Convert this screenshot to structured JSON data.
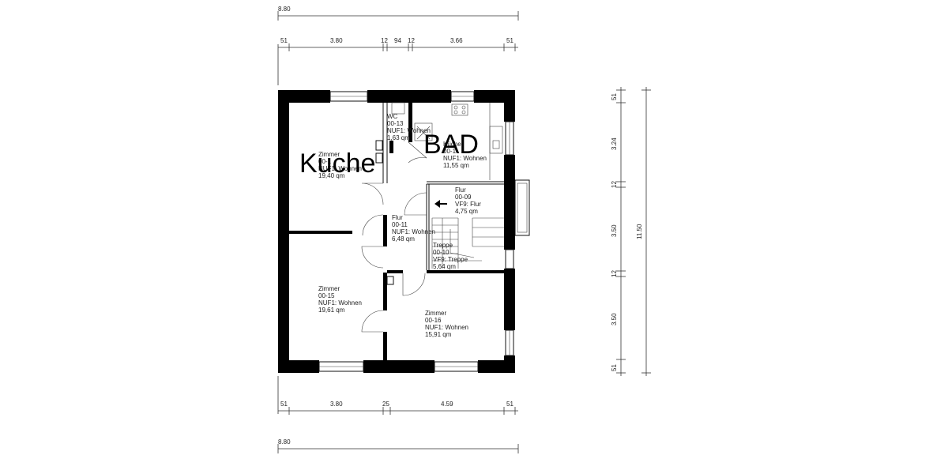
{
  "dimensions": {
    "overall_top": "8.80",
    "overall_bottom": "8.80",
    "top_chain": [
      "51",
      "3.80",
      "12",
      "94",
      "12",
      "3.66",
      "51"
    ],
    "bottom_chain": [
      "51",
      "3.80",
      "25",
      "4.59",
      "51"
    ],
    "right_chain": [
      "51",
      "3.24",
      "12",
      "3.50",
      "12",
      "3.50",
      "51"
    ],
    "right_total": "11.50"
  },
  "rooms": {
    "wc": {
      "line1": "WC",
      "line2": "00-13",
      "line3": "NUF1: Wohnen",
      "line4": "1,63 qm"
    },
    "kueche": {
      "line1": "Küche",
      "line2": "00-1",
      "line3": "NUF1: Wohnen",
      "line4": "11,55 qm"
    },
    "zimmer_tl": {
      "line1": "Zimmer",
      "line2": "00-1",
      "line3": "NUF1: Wohnen",
      "line4": "19,40 qm"
    },
    "flur_09": {
      "line1": "Flur",
      "line2": "00-09",
      "line3": "VF9: Flur",
      "line4": "4,75 qm"
    },
    "flur_11": {
      "line1": "Flur",
      "line2": "00-11",
      "line3": "NUF1: Wohnen",
      "line4": "6,48 qm"
    },
    "treppe": {
      "line1": "Treppe",
      "line2": "00-10",
      "line3": "VF9: Treppe",
      "line4": "5,64 qm"
    },
    "zimmer_15": {
      "line1": "Zimmer",
      "line2": "00-15",
      "line3": "NUF1: Wohnen",
      "line4": "19,61 qm"
    },
    "zimmer_16": {
      "line1": "Zimmer",
      "line2": "00-16",
      "line3": "NUF1: Wohnen",
      "line4": "15,91 qm"
    }
  },
  "overlays": {
    "kuche": "Kuche",
    "bad": "BAD"
  },
  "colors": {
    "wall": "#000000",
    "line": "#111111",
    "background": "#ffffff"
  }
}
